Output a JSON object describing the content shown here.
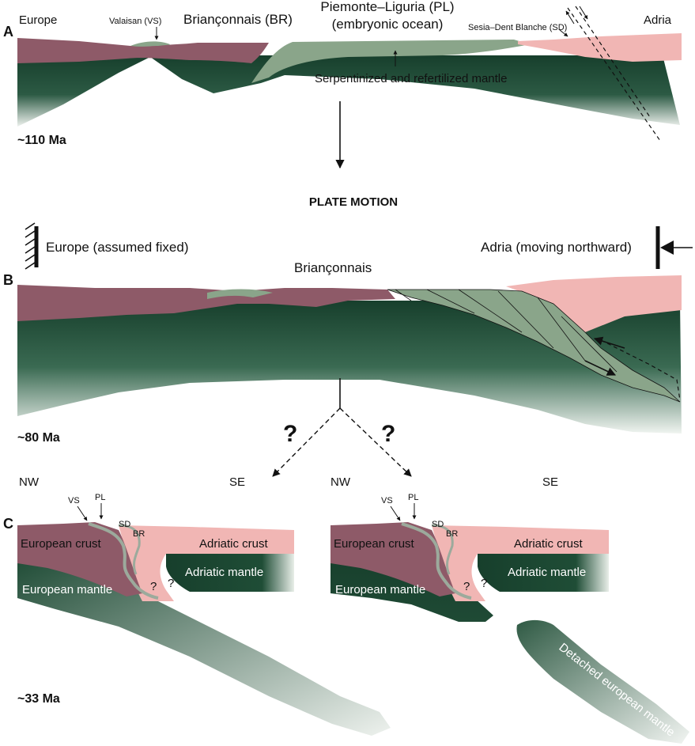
{
  "colors": {
    "european_crust": "#8e5a68",
    "adriatic_crust": "#f1b6b4",
    "mantle_dark": "#173f2c",
    "serpentinized": "#8aa58a",
    "fade": "#e6ece6"
  },
  "panel_a": {
    "letter": "A",
    "age": "~110 Ma",
    "europe": "Europe",
    "adria": "Adria",
    "valaisan": "Valaisan (VS)",
    "brianconnais": "Briançonnais (BR)",
    "piemonte_line1": "Piemonte–Liguria (PL)",
    "piemonte_line2": "(embryonic ocean)",
    "sesia": "Sesia–Dent Blanche (SD)",
    "serpentinized": "Serpentinized and refertilized mantle"
  },
  "plate_motion": {
    "title": "PLATE MOTION",
    "europe": "Europe (assumed fixed)",
    "adria": "Adria (moving northward)"
  },
  "panel_b": {
    "letter": "B",
    "age": "~80 Ma",
    "brianconnais": "Briançonnais"
  },
  "question_mark": "?",
  "panel_c": {
    "letter": "C",
    "age": "~33 Ma",
    "nw": "NW",
    "se": "SE",
    "vs": "VS",
    "pl": "PL",
    "sd": "SD",
    "br": "BR",
    "european_crust": "European crust",
    "adriatic_crust": "Adriatic crust",
    "adriatic_mantle": "Adriatic mantle",
    "european_mantle": "European mantle",
    "detached": "Detached european mantle"
  }
}
